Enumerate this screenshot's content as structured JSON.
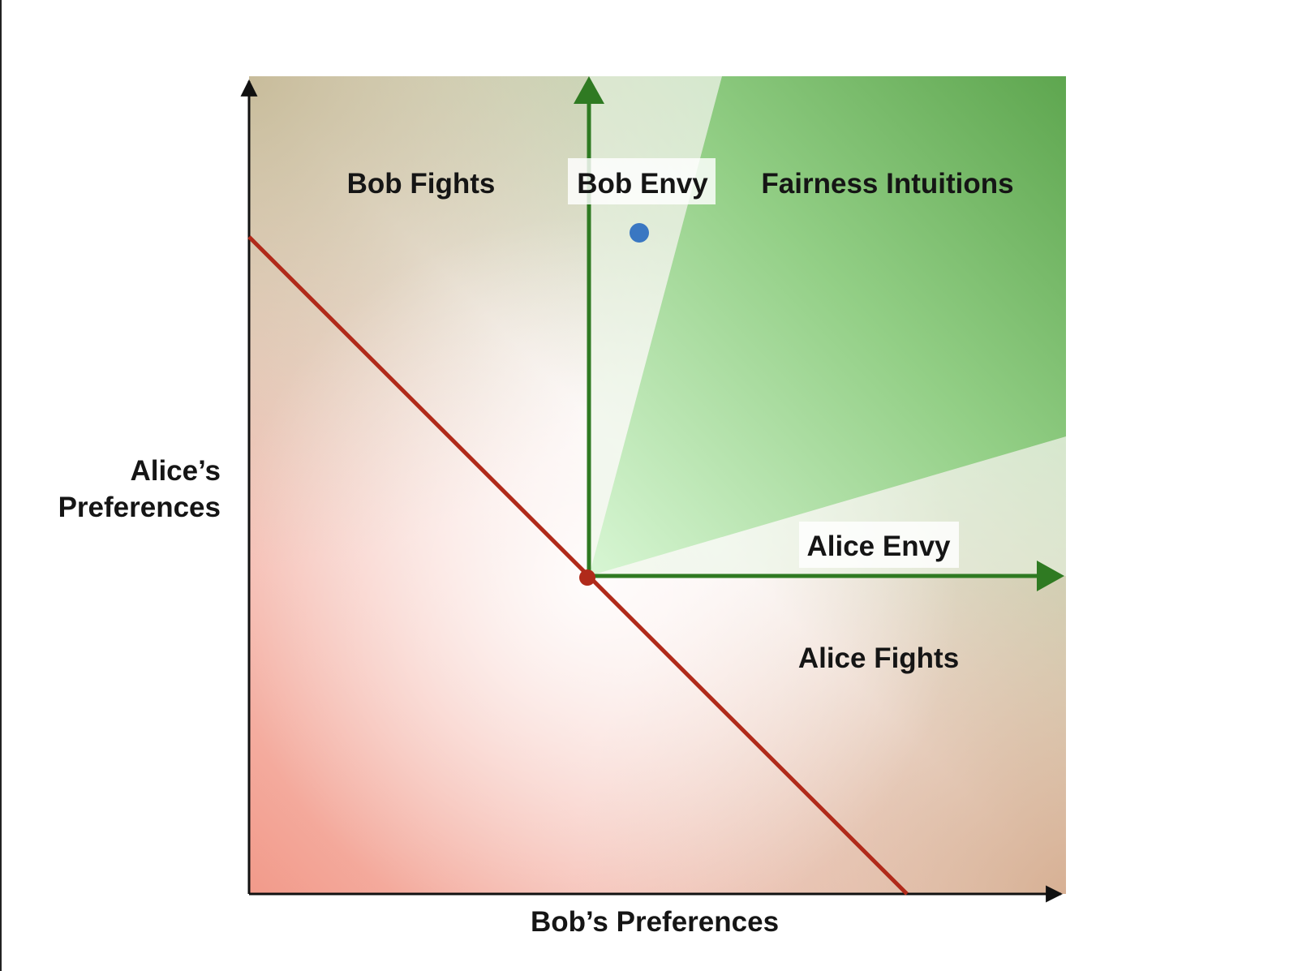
{
  "axes": {
    "x_label": "Bob’s Preferences",
    "y_label_line1": "Alice’s",
    "y_label_line2": "Preferences"
  },
  "regions": {
    "bob_fights": "Bob Fights",
    "bob_envy": "Bob Envy",
    "fairness_intuitions": "Fairness Intuitions",
    "alice_envy": "Alice Envy",
    "alice_fights": "Alice Fights"
  },
  "colors": {
    "fairness_green": "#5ea64f",
    "conflict_line": "#b02a1a",
    "envy_axes": "#2f7a22",
    "point": "#3a77c2",
    "corner_red": "#f29a8a",
    "corner_tan": "#c8b995"
  }
}
